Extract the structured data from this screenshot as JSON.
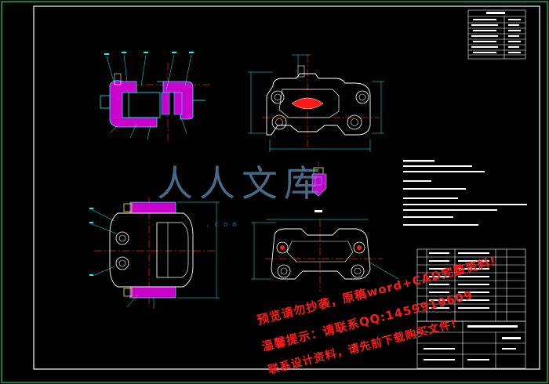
{
  "drawing": {
    "background": "#000000",
    "frame_color": "#ffffff",
    "outer_border_color": "#00b050",
    "line_color": "#00ffff",
    "hatch_color": "#cc00cc",
    "dim_color": "#ffffff",
    "red_color": "#ff1a1a",
    "yellow_color": "#ffff00"
  },
  "watermark": {
    "logo_text": "人人文库",
    "url_text": ".com",
    "lines": [
      "预览请勿抄袭，原稿word+CAD完整资料!",
      "温馨提示：请联系QQ:1459919609",
      "联系设计资料，请先前下载购买文件!"
    ]
  }
}
